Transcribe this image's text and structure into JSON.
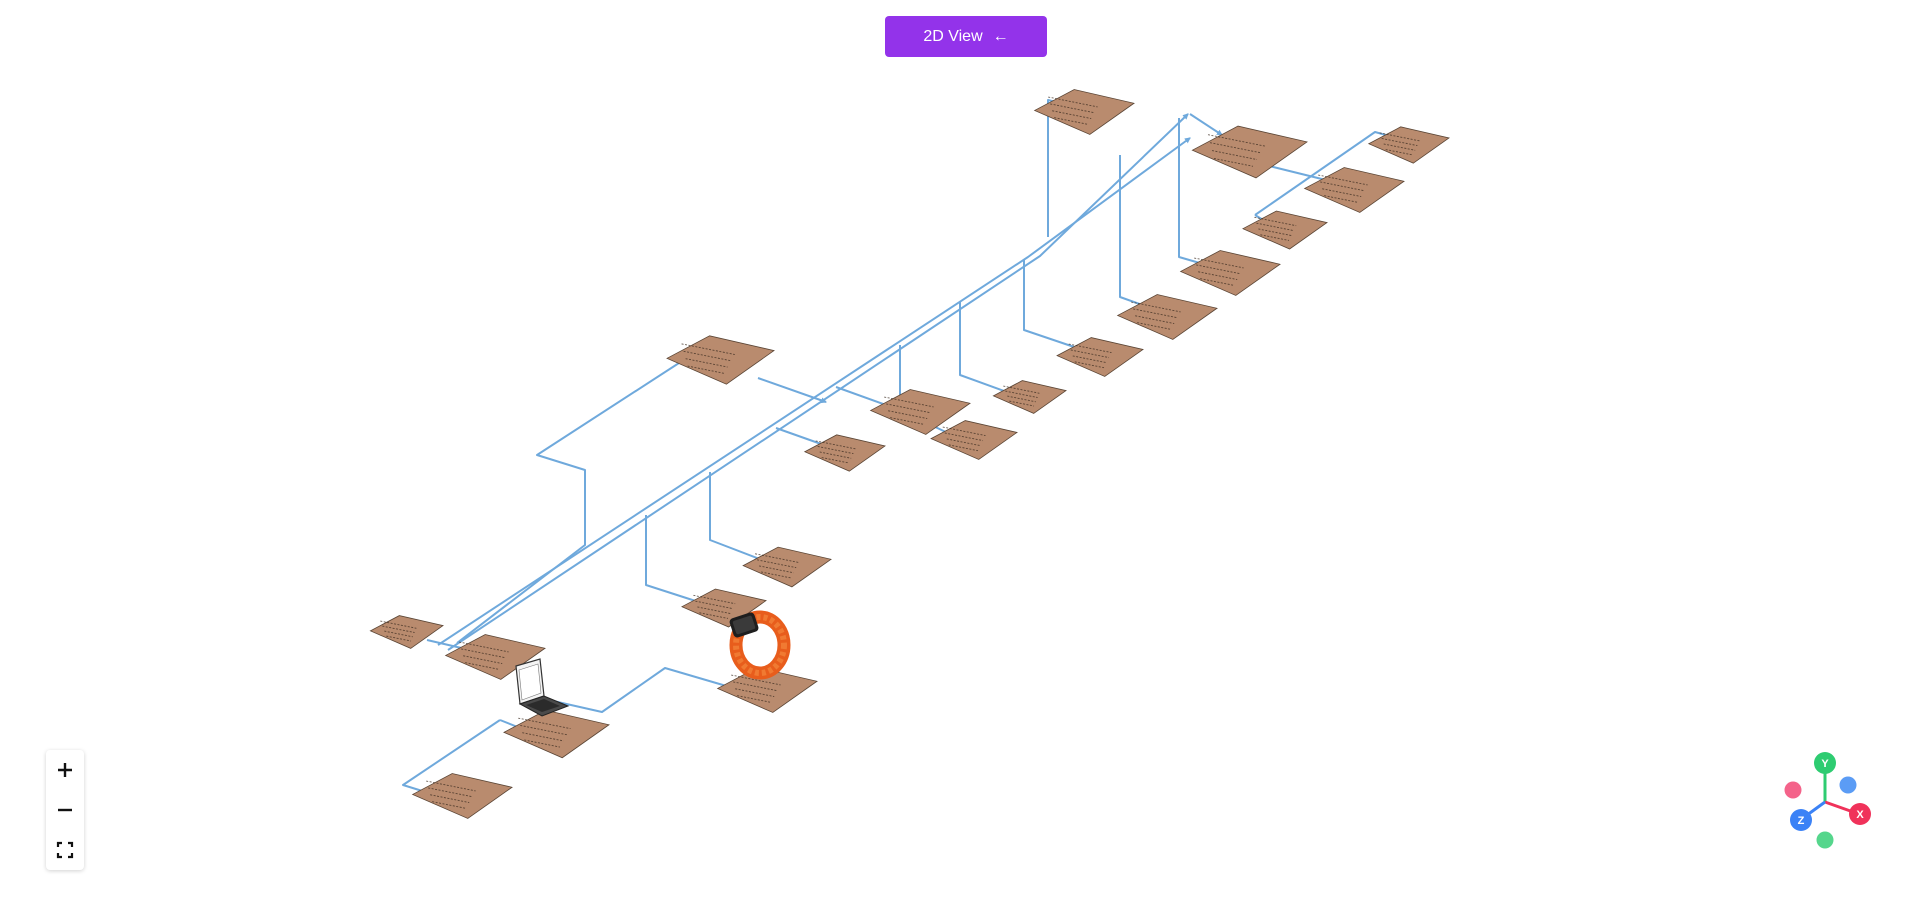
{
  "toolbar": {
    "view_toggle_label": "2D View",
    "view_toggle_icon": "arrow-left-icon"
  },
  "zoom_controls": {
    "zoom_in_icon": "plus-icon",
    "zoom_out_icon": "minus-icon",
    "fit_icon": "fullscreen-icon"
  },
  "axis_gizmo": {
    "x_label": "X",
    "y_label": "Y",
    "z_label": "Z",
    "colors": {
      "x": "#f0325a",
      "y": "#2ecc71",
      "z": "#3b82f6",
      "neg_x": "#f4638a",
      "neg_y": "#55d68c",
      "neg_z": "#5b9cf5"
    }
  },
  "scene": {
    "card_fill": "#b98b6e",
    "card_border": "#5a4535",
    "edge_color": "#6fa9dc",
    "device_icons": [
      "laptop-icon",
      "smartwatch-icon"
    ]
  }
}
